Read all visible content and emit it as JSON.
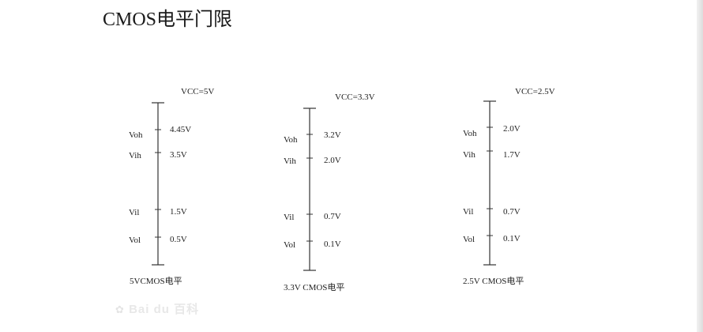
{
  "title": "CMOS电平门限",
  "watermark": "Bai du 百科",
  "scales": [
    {
      "vcc": "VCC=5V",
      "caption": "5VCMOS电平",
      "levels": [
        {
          "name": "Voh",
          "value": "4.45V"
        },
        {
          "name": "Vih",
          "value": "3.5V"
        },
        {
          "name": "Vil",
          "value": "1.5V"
        },
        {
          "name": "Vol",
          "value": "0.5V"
        }
      ]
    },
    {
      "vcc": "VCC=3.3V",
      "caption": "3.3V CMOS电平",
      "levels": [
        {
          "name": "Voh",
          "value": "3.2V"
        },
        {
          "name": "Vih",
          "value": "2.0V"
        },
        {
          "name": "Vil",
          "value": "0.7V"
        },
        {
          "name": "Vol",
          "value": "0.1V"
        }
      ]
    },
    {
      "vcc": "VCC=2.5V",
      "caption": "2.5V CMOS电平",
      "levels": [
        {
          "name": "Voh",
          "value": "2.0V"
        },
        {
          "name": "Vih",
          "value": "1.7V"
        },
        {
          "name": "Vil",
          "value": "0.7V"
        },
        {
          "name": "Vol",
          "value": "0.1V"
        }
      ]
    }
  ]
}
